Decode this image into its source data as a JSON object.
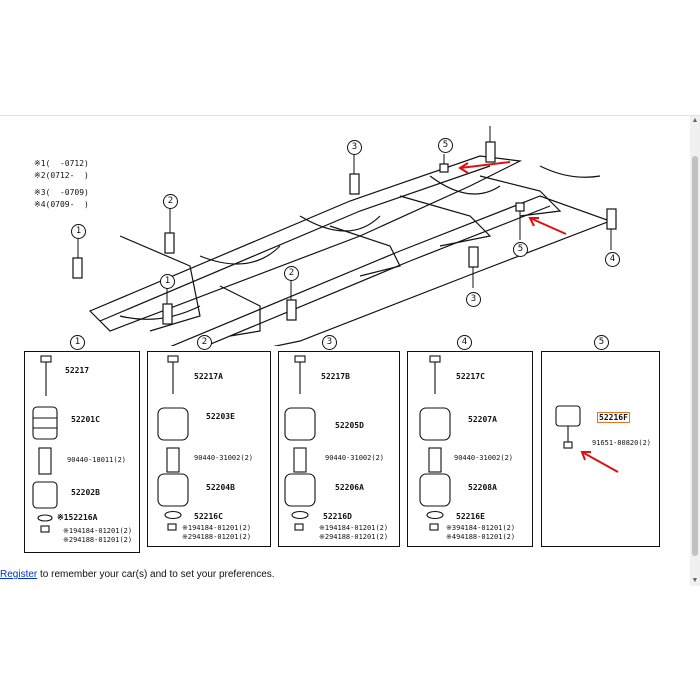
{
  "legend": [
    "※1(  -0712)",
    "※2(0712-  )",
    "※3(  -0709)",
    "※4(0709-  )"
  ],
  "callouts": [
    "1",
    "2",
    "3",
    "4",
    "5"
  ],
  "panels": [
    {
      "num": "1",
      "parts": [
        "52217",
        "52201C",
        "90440-18011(2)",
        "52202B",
        "※152216A",
        "※194184-01201(2)",
        "※294188-01201(2)"
      ]
    },
    {
      "num": "2",
      "parts": [
        "52217A",
        "52203E",
        "90440-31002(2)",
        "52204B",
        "52216C",
        "※194184-01201(2)",
        "※294188-01201(2)"
      ]
    },
    {
      "num": "3",
      "parts": [
        "52217B",
        "52205D",
        "90440-31002(2)",
        "52206A",
        "52216D",
        "※194184-01201(2)",
        "※294188-01201(2)"
      ]
    },
    {
      "num": "4",
      "parts": [
        "52217C",
        "52207A",
        "90440-31002(2)",
        "52208A",
        "52216E",
        "※394184-01201(2)",
        "※494188-01201(2)"
      ]
    },
    {
      "num": "5",
      "parts": [
        "52216F",
        "91651-80820(2)"
      ]
    }
  ],
  "colors": {
    "accent_arrow": "#e01010",
    "highlight_box": "#e8731f",
    "link": "#0033cc"
  },
  "footer": {
    "link_text": "Register",
    "rest_text": " to remember your car(s) and to set your preferences."
  }
}
